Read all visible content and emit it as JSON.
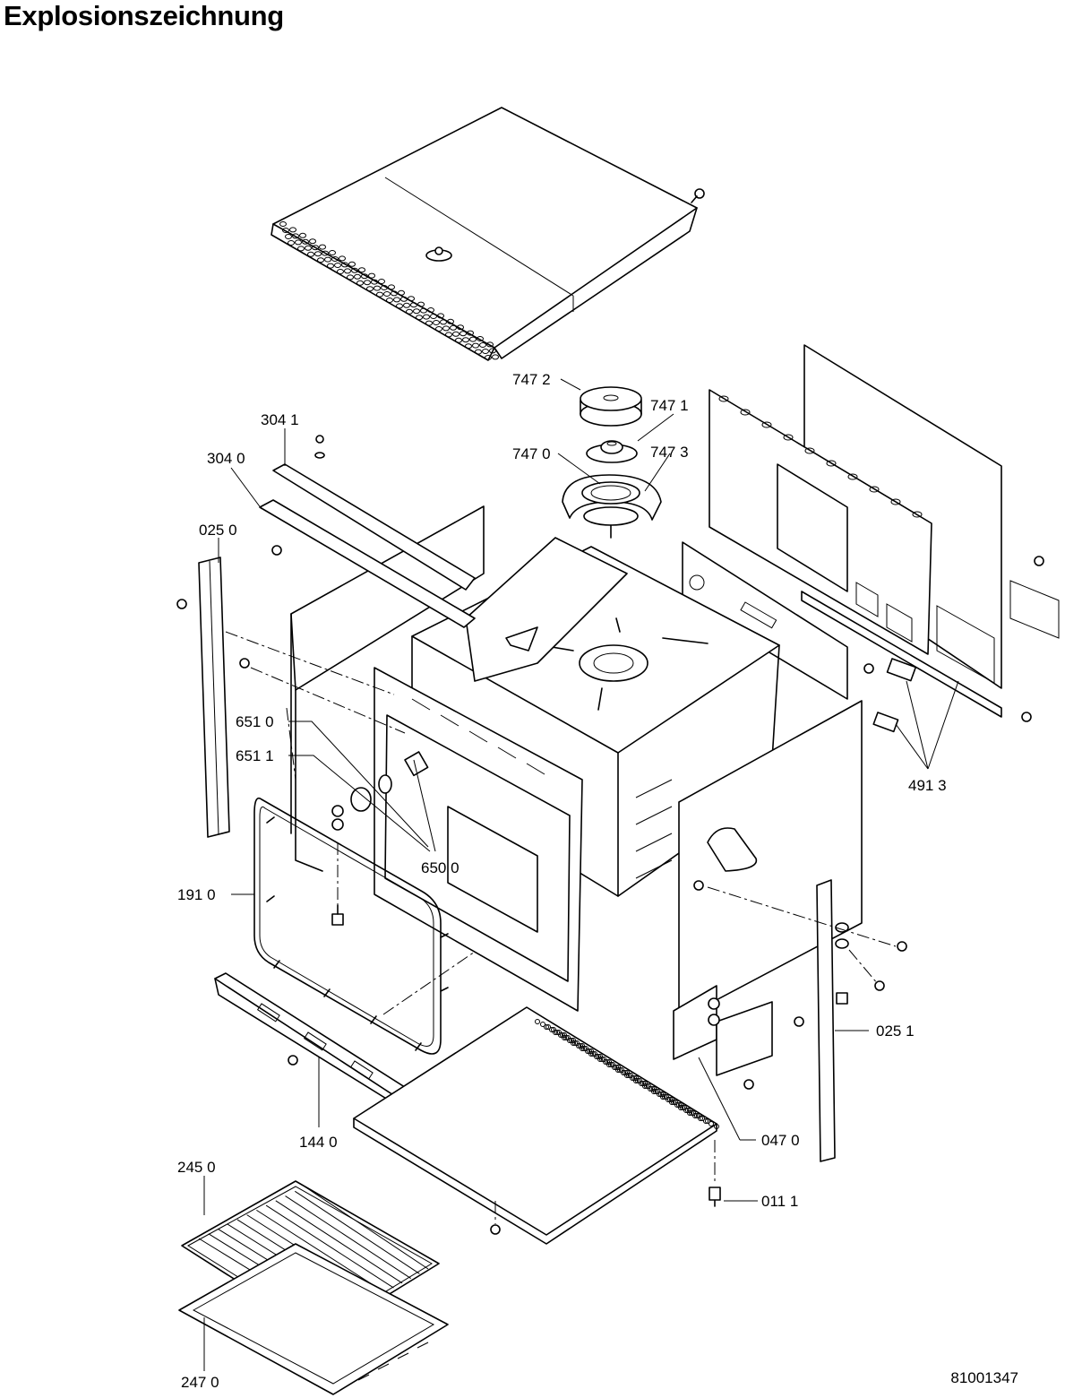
{
  "title": "Explosionszeichnung",
  "document_number": "81001347",
  "callouts": [
    {
      "id": "747-2",
      "label": "747 2"
    },
    {
      "id": "747-1",
      "label": "747 1"
    },
    {
      "id": "747-0",
      "label": "747 0"
    },
    {
      "id": "747-3",
      "label": "747 3"
    },
    {
      "id": "304-1",
      "label": "304 1"
    },
    {
      "id": "304-0",
      "label": "304 0"
    },
    {
      "id": "025-0",
      "label": "025 0"
    },
    {
      "id": "651-0",
      "label": "651 0"
    },
    {
      "id": "651-1",
      "label": "651 1"
    },
    {
      "id": "650-0",
      "label": "650 0"
    },
    {
      "id": "491-3",
      "label": "491 3"
    },
    {
      "id": "191-0",
      "label": "191 0"
    },
    {
      "id": "025-1",
      "label": "025 1"
    },
    {
      "id": "144-0",
      "label": "144 0"
    },
    {
      "id": "047-0",
      "label": "047 0"
    },
    {
      "id": "245-0",
      "label": "245 0"
    },
    {
      "id": "011-1",
      "label": "011 1"
    },
    {
      "id": "247-0",
      "label": "247 0"
    }
  ]
}
